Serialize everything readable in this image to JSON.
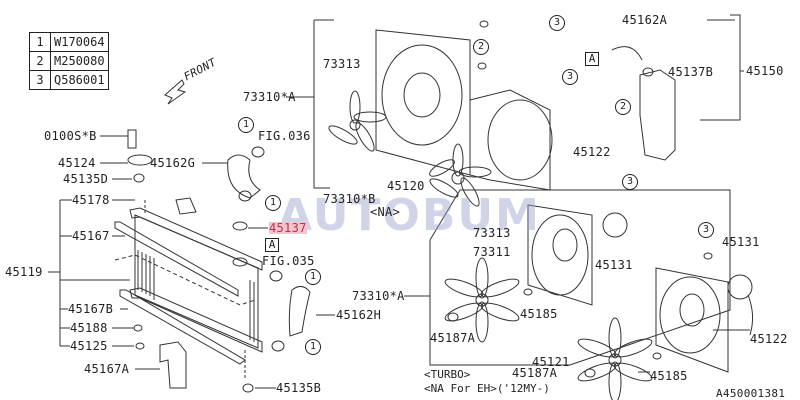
{
  "legend": [
    {
      "num": "1",
      "code": "W170064"
    },
    {
      "num": "2",
      "code": "M250080"
    },
    {
      "num": "3",
      "code": "Q586001"
    }
  ],
  "front_label": "FRONT",
  "watermark": "AUTOBUM",
  "labels": {
    "l0100s": "0100S*B",
    "l45124": "45124",
    "l45135d": "45135D",
    "l45178": "45178",
    "l45167": "45167",
    "l45119": "45119",
    "l45167b": "45167B",
    "l45188": "45188",
    "l45125": "45125",
    "l45167a": "45167A",
    "l45135b": "45135B",
    "l45137": "45137",
    "fig035": "FIG.035",
    "l45162h": "45162H",
    "l45162g": "45162G",
    "fig036": "FIG.036",
    "l73310a_top": "73310*A",
    "l73313_top": "73313",
    "l73310b": "73310*B",
    "l45120": "45120",
    "na": "<NA>",
    "l45122_top": "45122",
    "l45162a": "45162A",
    "l45137b": "45137B",
    "l45150": "45150",
    "l73313_mid": "73313",
    "l73311": "73311",
    "l45131_mid": "45131",
    "l73310a_mid": "73310*A",
    "l45185_mid": "45185",
    "l45187a_mid": "45187A",
    "l45131_right": "45131",
    "l45122_bot": "45122",
    "l45121": "45121",
    "l45187a_bot": "45187A",
    "l45185_bot": "45185",
    "ref_a": "A"
  },
  "notes": {
    "turbo": "<TURBO>",
    "na_eh": "<NA For EH>('12MY-)"
  },
  "diagram_id": "A450001381",
  "callouts": [
    "1",
    "2",
    "3"
  ],
  "colors": {
    "highlight": "#f3c6cf",
    "highlight_text": "#c0304a",
    "line": "#222222"
  }
}
